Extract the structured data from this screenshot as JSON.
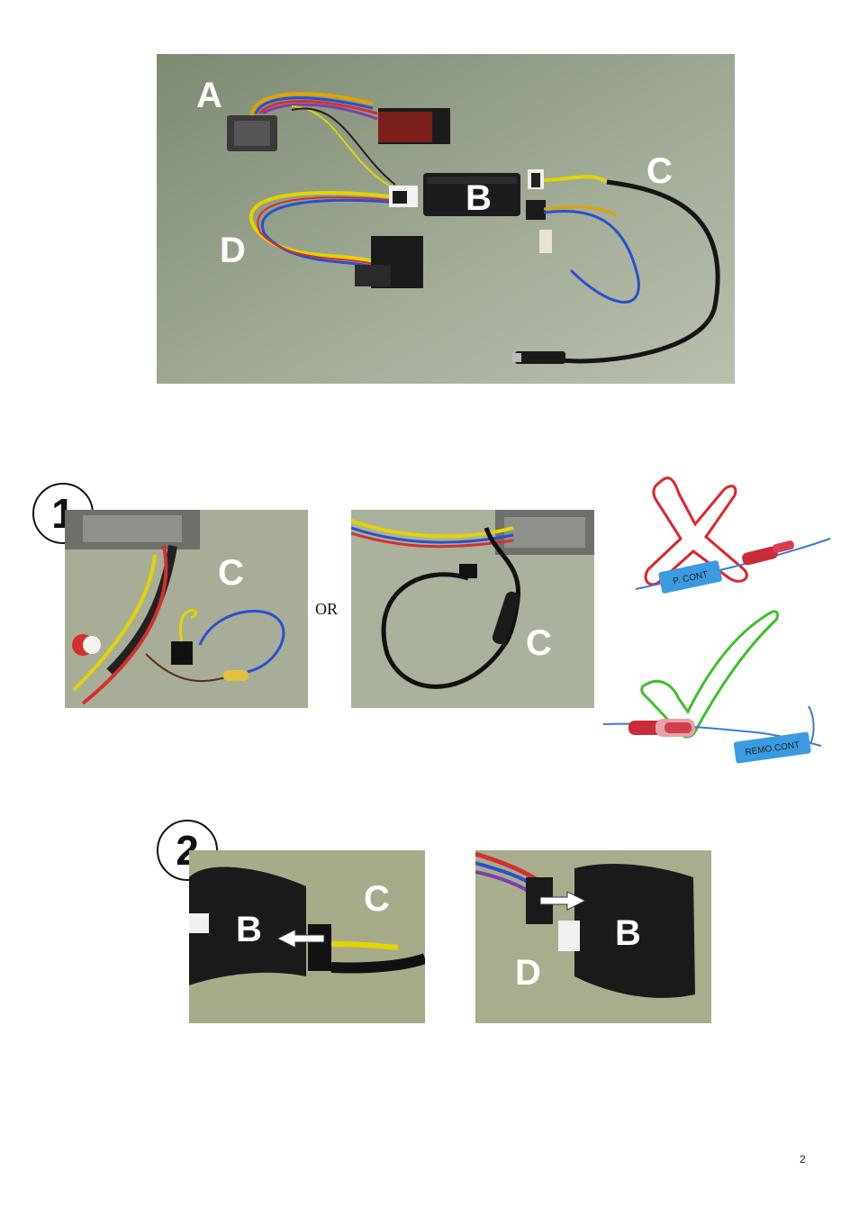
{
  "top_photo": {
    "labels": {
      "a": "A",
      "b": "B",
      "c": "C",
      "d": "D"
    }
  },
  "step1": {
    "number": "1",
    "left_photo_label": "C",
    "or_text": "OR",
    "right_photo_label": "C",
    "wrong_wire_tag": "P. CONT",
    "right_wire_tag": "REMO.CONT"
  },
  "step2": {
    "number": "2",
    "left_photo": {
      "b": "B",
      "c": "C"
    },
    "right_photo": {
      "b": "B",
      "d": "D"
    }
  },
  "page_number": "2",
  "colors": {
    "background_photo": "#8f9a85",
    "module": "#1c1c1e",
    "cross": "#e0242b",
    "check": "#3cc12a",
    "tag": "#3a9be0"
  }
}
